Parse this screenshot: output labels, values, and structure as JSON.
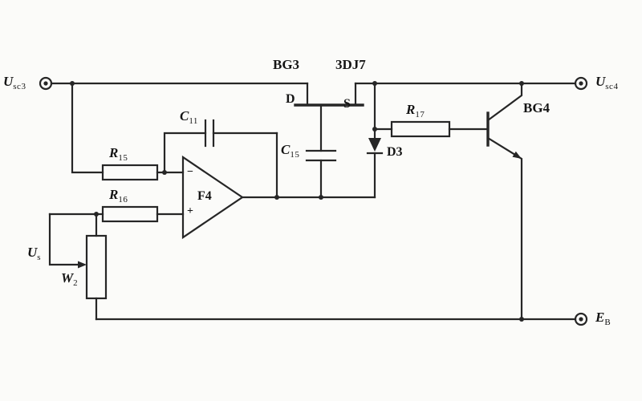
{
  "colors": {
    "wire": "#262626",
    "background": "#fbfbf9",
    "label": "#151515"
  },
  "terminals": {
    "usc3": {
      "base": "U",
      "sub": "sc3"
    },
    "usc4": {
      "base": "U",
      "sub": "sc4"
    },
    "eb": {
      "base": "E",
      "sub": "B"
    },
    "us": {
      "base": "U",
      "sub": "s"
    }
  },
  "components": {
    "r15": {
      "base": "R",
      "sub": "15"
    },
    "r16": {
      "base": "R",
      "sub": "16"
    },
    "r17": {
      "base": "R",
      "sub": "17"
    },
    "c11": {
      "base": "C",
      "sub": "11"
    },
    "c15": {
      "base": "C",
      "sub": "15"
    },
    "w2": {
      "base": "W",
      "sub": "2"
    },
    "d3": {
      "label": "D3"
    },
    "bg3": {
      "label": "BG3",
      "type": "3DJ7",
      "drain": "D",
      "source": "S"
    },
    "bg4": {
      "label": "BG4"
    },
    "opamp": {
      "label": "F4",
      "inverting": "−",
      "noninverting": "+"
    }
  }
}
